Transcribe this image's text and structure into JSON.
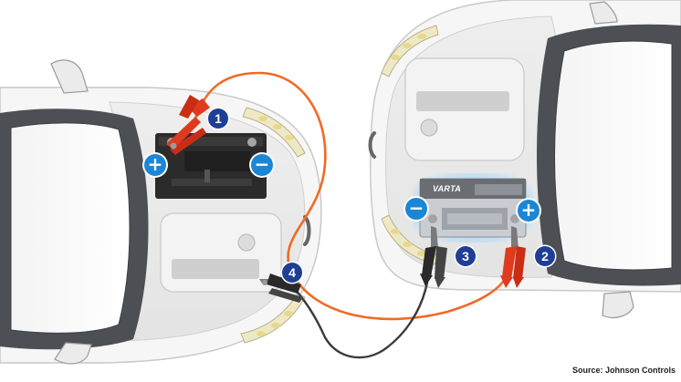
{
  "steps": [
    "1",
    "2",
    "3",
    "4"
  ],
  "polarity": {
    "positive": "+",
    "negative": "−"
  },
  "battery_brand": "VARTA",
  "source": "Source: Johnson Controls",
  "colors": {
    "car_body": "#f6f6f6",
    "window_frame": "#4c4f54",
    "positive_cable": "#f06a24",
    "negative_cable": "#3a3a3a",
    "clamp_red": "#e03a1e",
    "clamp_black": "#2a2a2a",
    "badge_blue": "#1f3f94",
    "pole_blue": "#1c86d6",
    "battery_dark": "#2b2b2b",
    "battery_silver": "#c9cdd2"
  }
}
